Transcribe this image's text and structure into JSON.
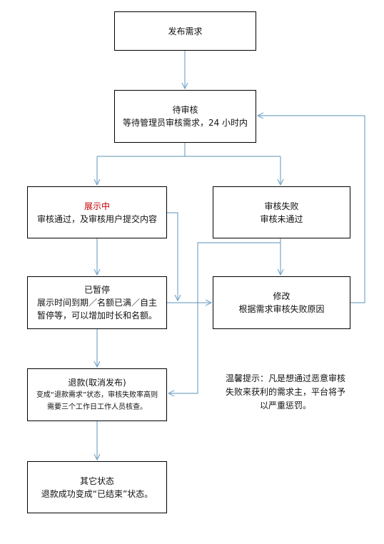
{
  "boxes": {
    "publish": {
      "lines": [
        "发布需求"
      ]
    },
    "pending": {
      "lines": [
        "待审核",
        "等待管理员审核需求，24 小时内"
      ]
    },
    "showing": {
      "title": "展示中",
      "lines": [
        "审核通过，及审核用户提交内容"
      ]
    },
    "failed": {
      "lines": [
        "审核失败",
        "审核未通过"
      ]
    },
    "paused": {
      "lines": [
        "已暂停",
        "展示时间到期／名额已满／自主",
        "暂停等，可以增加时长和名额。"
      ]
    },
    "modify": {
      "lines": [
        "修改",
        "根据需求审核失败原因"
      ]
    },
    "refund": {
      "title": "退款(取消发布)",
      "lines": [
        "变成“退款需求”状态，审核失败率高则",
        "需要三个工作日工作人员核查。"
      ]
    },
    "other": {
      "lines": [
        "其它状态",
        "退款成功变成“已结束”状态。"
      ]
    }
  },
  "note": {
    "lines": [
      "温馨提示：凡是想通过恶意审核",
      "失败来获利的需求主，平台将予",
      "以严重惩罚。"
    ]
  },
  "colors": {
    "arrow": "#7aa6c8",
    "border": "#000000",
    "highlight": "#c00000"
  }
}
